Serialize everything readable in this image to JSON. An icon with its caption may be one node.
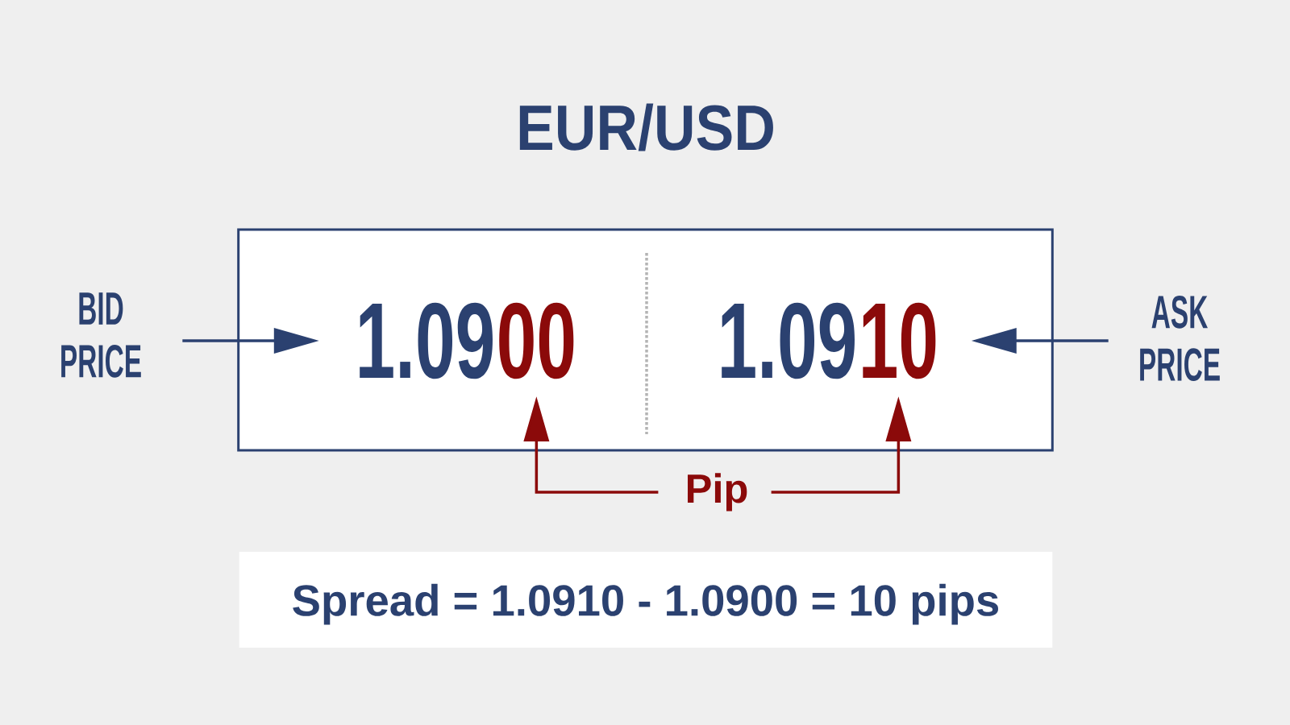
{
  "diagram": {
    "title": "EUR/USD",
    "nodes": [
      {
        "text": [
          "BID PRICE"
        ]
      },
      {
        "text": [],
        "shape": "box"
      },
      {
        "text": [
          "1.09"
        ],
        "in": 1
      },
      {
        "text": [
          "00"
        ],
        "in": 1
      },
      {
        "text": [
          "1.09"
        ],
        "in": 1
      },
      {
        "text": [
          "10"
        ],
        "in": 1
      },
      {
        "text": [
          "ASK PRICE"
        ]
      },
      {
        "text": [
          "Pip"
        ]
      },
      {
        "text": [
          "Spread = 1.0910 - 1.0900 = 10 pips"
        ]
      }
    ],
    "edges": [
      {
        "from": 0,
        "to": 2,
        "arrow": "to"
      },
      {
        "from": 6,
        "to": 5,
        "arrow": "to"
      },
      {
        "from": 7,
        "to": 3,
        "arrow": "to",
        "color": "#8b0a0a"
      },
      {
        "from": 7,
        "to": 5,
        "arrow": "to",
        "color": "#8b0a0a"
      }
    ]
  }
}
